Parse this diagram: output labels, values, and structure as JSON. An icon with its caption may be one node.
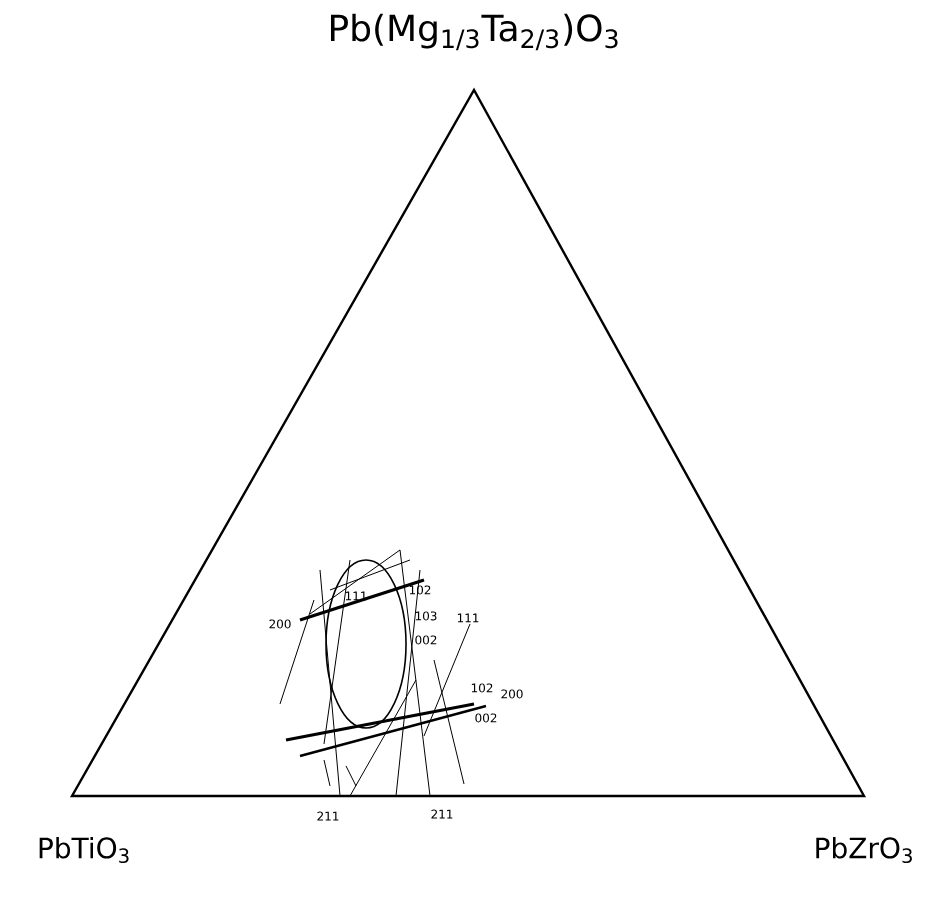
{
  "diagram": {
    "labels": [
      "Pb(Mg$_{1/3}$Ta$_{2/3}$)O$_{3}$",
      "102",
      "111",
      "103",
      "002",
      "200",
      "111",
      "102",
      "200",
      "002",
      "211",
      "211",
      "PbTiO$_{3}$",
      "PbZrO$_{3}$"
    ]
  }
}
